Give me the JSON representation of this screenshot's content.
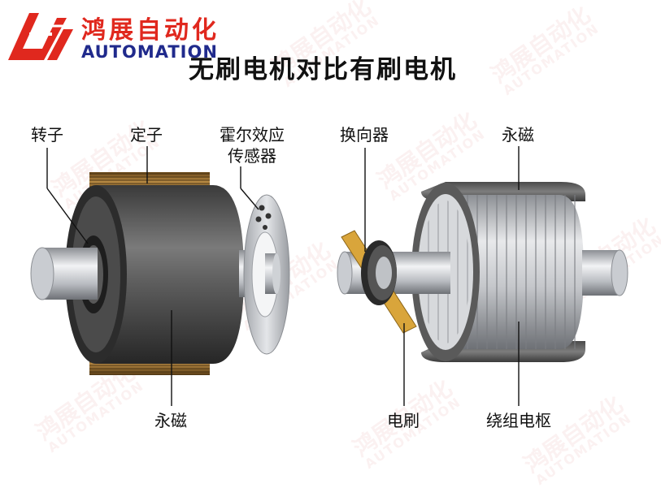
{
  "brand": {
    "name_cn": "鸿展自动化",
    "name_en": "AUTOMATION"
  },
  "title": "无刷电机对比有刷电机",
  "brushless": {
    "labels": {
      "rotor": "转子",
      "stator": "定子",
      "hall_sensor_line1": "霍尔效应",
      "hall_sensor_line2": "传感器",
      "permanent_magnet": "永磁"
    }
  },
  "brushed": {
    "labels": {
      "commutator": "换向器",
      "permanent_magnet": "永磁",
      "brush": "电刷",
      "armature": "绕组电枢"
    }
  },
  "watermark": {
    "text_cn": "鸿展自动化",
    "text_en": "AUTOMATION"
  },
  "colors": {
    "brand_red": "#e0281e",
    "brand_blue": "#202a8c",
    "copper": "#a77b3a",
    "brush_yellow": "#d9a53b",
    "steel": "#c9ccd1"
  }
}
